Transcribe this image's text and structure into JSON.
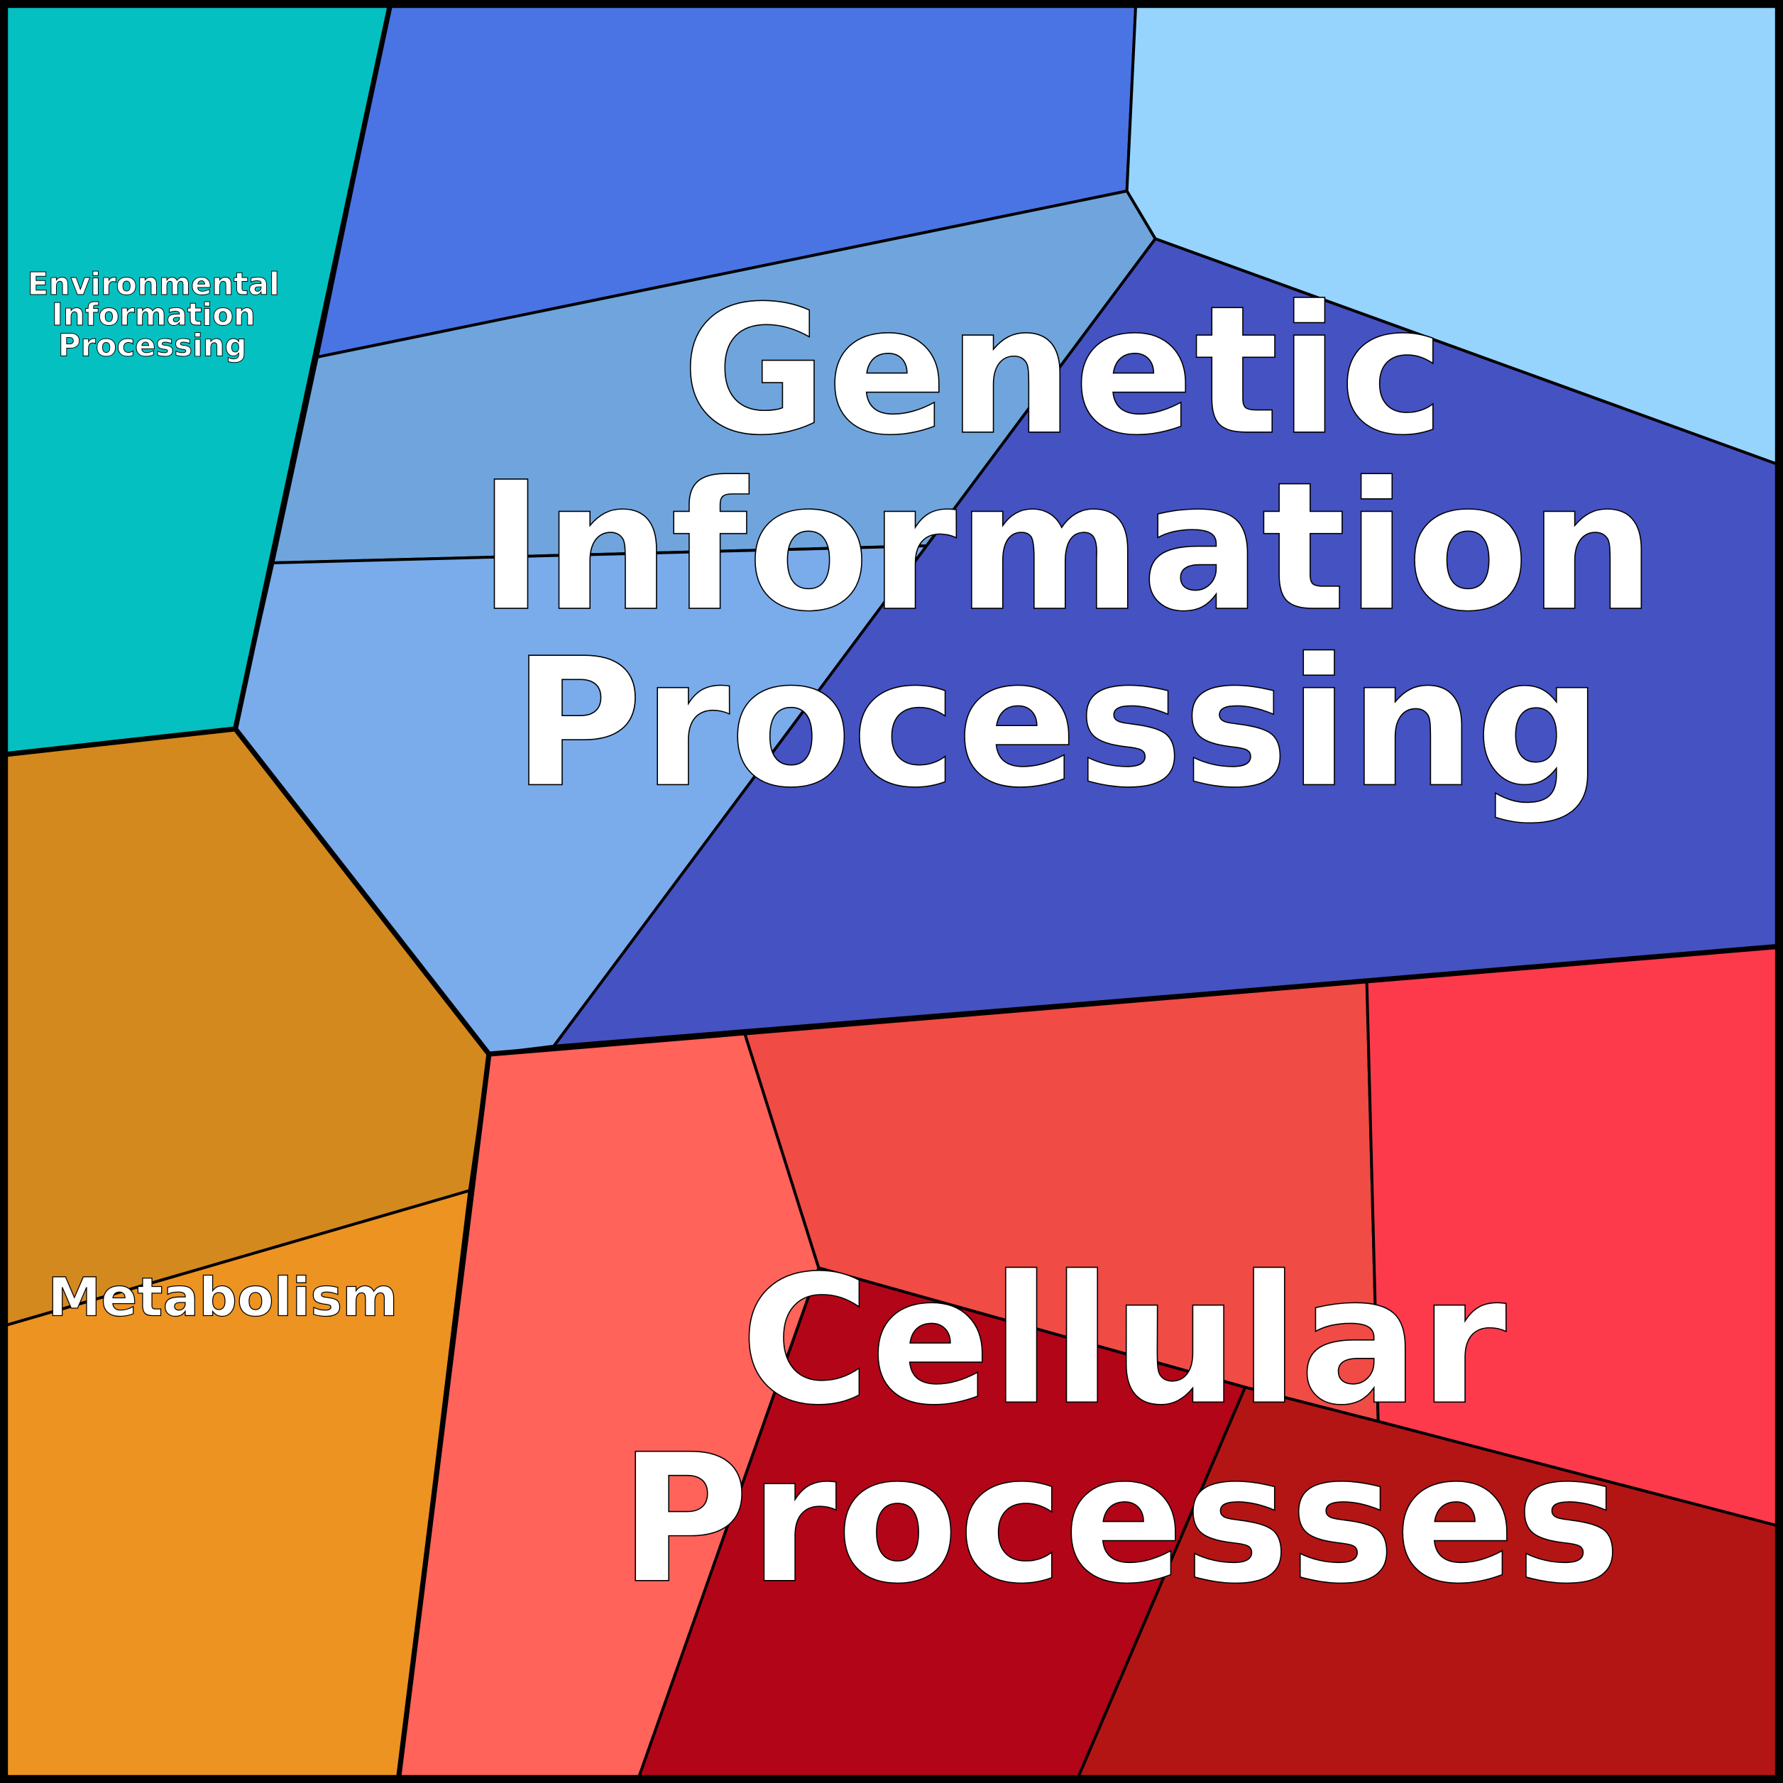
{
  "diagram": {
    "type": "voronoi-treemap",
    "groups": [
      {
        "label_lines": [
          "Genetic",
          "Information",
          "Processing"
        ],
        "colors": [
          "#4A74E4",
          "#96D4FE",
          "#6FA5DC",
          "#7AACEC",
          "#4552C2"
        ]
      },
      {
        "label_lines": [
          "Cellular",
          "Processes"
        ],
        "colors": [
          "#FF635A",
          "#F04B45",
          "#FD3A4C",
          "#B30518",
          "#B31515"
        ]
      },
      {
        "label_lines": [
          "Metabolism"
        ],
        "colors": [
          "#D4891E",
          "#EC9322"
        ]
      },
      {
        "label_lines": [
          "Environmental",
          "Information",
          "Processing"
        ],
        "colors": [
          "#05C0C0"
        ]
      }
    ]
  }
}
